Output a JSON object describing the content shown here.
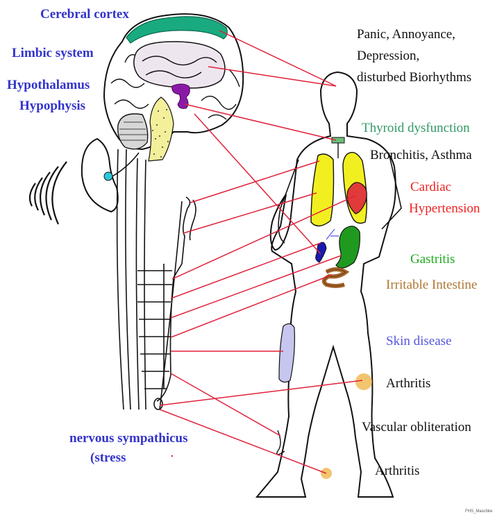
{
  "brain_labels": {
    "cerebral_cortex": "Cerebral cortex",
    "limbic_system": "Limbic system",
    "hypothalamus": "Hypothalamus",
    "hypophysis": "Hypophysis",
    "nervous_line1": "nervous sympathicus",
    "nervous_line2": "(stress"
  },
  "conditions": {
    "panic": "Panic, Annoyance,",
    "depression": "Depression,",
    "biorhythms": "disturbed Biorhythms",
    "thyroid": "Thyroid dysfunction",
    "bronchitis": "Bronchitis, Asthma",
    "cardiac": "Cardiac",
    "hypertension": "Hypertension",
    "gastritis": "Gastritis",
    "intestine": "Irritable Intestine",
    "skin": "Skin disease",
    "arthritis1": "Arthritis",
    "vascular": "Vascular obliteration",
    "arthritis2": "Arthritis"
  },
  "credit": "FHS_Maschke",
  "colors": {
    "brain_label": "#3333cc",
    "dark_label": "#111111",
    "thyroid": "#339966",
    "cardiac": "#ee2222",
    "gastritis": "#22aa22",
    "intestine": "#b07733",
    "skin": "#5555dd",
    "connector": "#e0203a"
  }
}
